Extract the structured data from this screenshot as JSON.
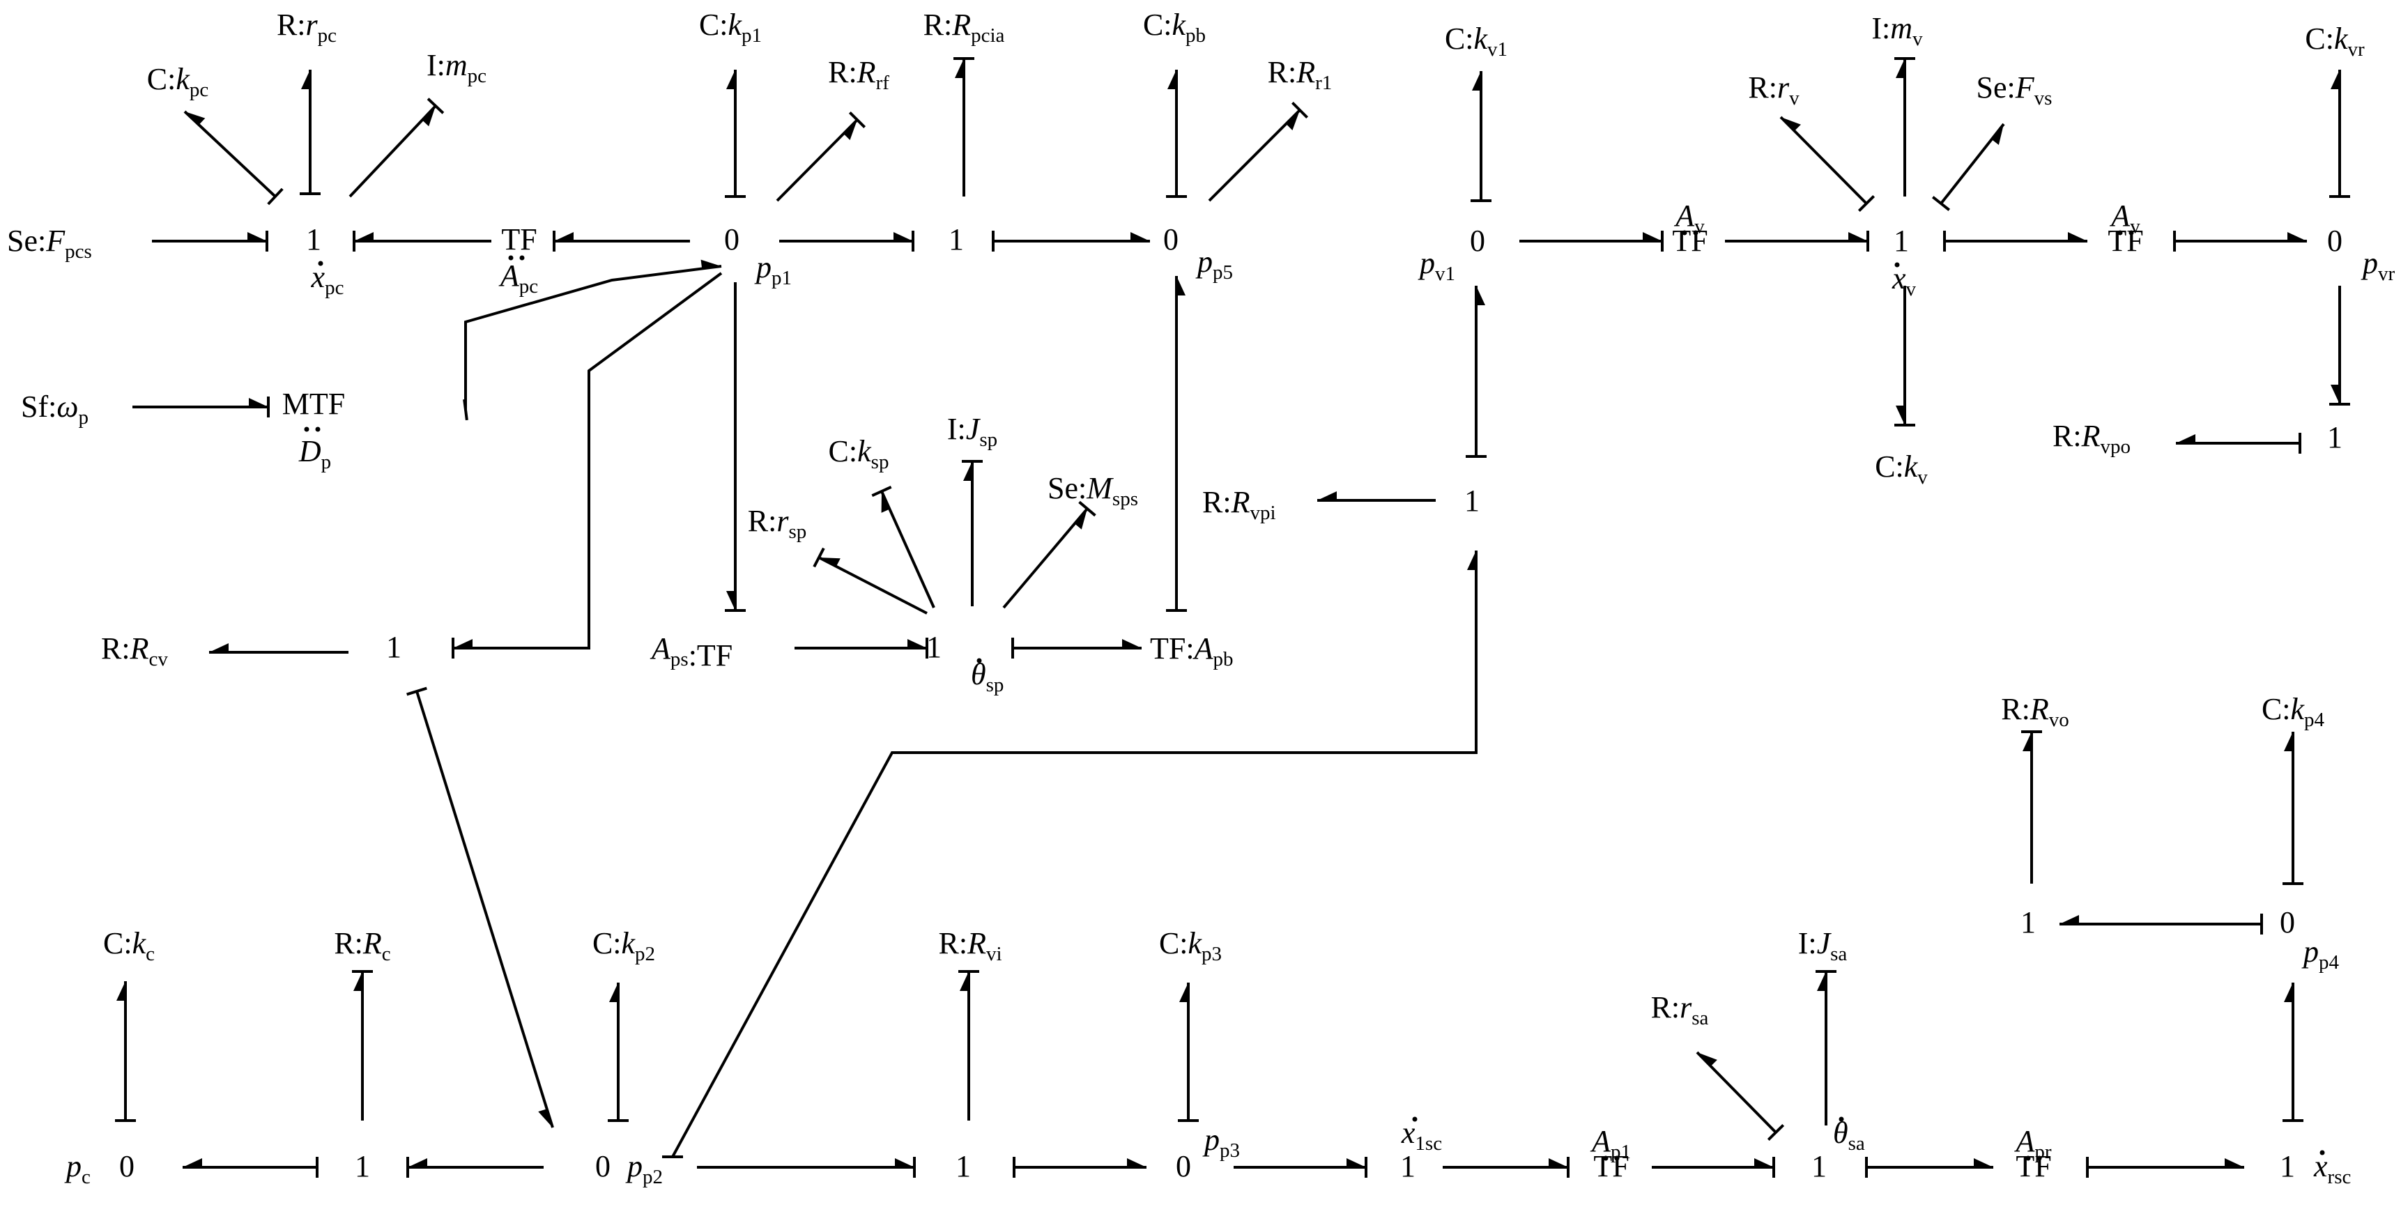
{
  "nodes": [
    {
      "id": "n1",
      "type": "1",
      "label_sub": "pc",
      "label_style": "xdot"
    },
    {
      "id": "tf_apc",
      "type": "TF",
      "label": "A",
      "label_sub": "pc",
      "label_style": "ddot"
    },
    {
      "id": "n0_pp1",
      "type": "0",
      "label": "p",
      "label_sub": "p1"
    },
    {
      "id": "n1_mid",
      "type": "1"
    },
    {
      "id": "n0_pp5",
      "type": "0",
      "label": "p",
      "label_sub": "p5"
    },
    {
      "id": "n0_pv1",
      "type": "0",
      "label": "p",
      "label_sub": "v1"
    },
    {
      "id": "tf_av1",
      "type": "TF",
      "label": "A",
      "label_sub": "v",
      "label_style": "ddot"
    },
    {
      "id": "n1_xv",
      "type": "1",
      "label_sub": "v",
      "label_style": "xdot"
    },
    {
      "id": "tf_av2",
      "type": "TF",
      "label": "A",
      "label_sub": "v",
      "label_style": "ddot"
    },
    {
      "id": "n0_pvr",
      "type": "0",
      "label": "p",
      "label_sub": "vr"
    },
    {
      "id": "n1_vr",
      "type": "1"
    },
    {
      "id": "mtf_dp",
      "type": "MTF",
      "label": "D",
      "label_sub": "p",
      "label_style": "ddot"
    },
    {
      "id": "n1_rvpi",
      "type": "1"
    },
    {
      "id": "n1_rcv",
      "type": "1"
    },
    {
      "id": "tf_aps",
      "type": "TF",
      "label": "A",
      "label_sub": "ps",
      "text": "TF"
    },
    {
      "id": "n1_thsp",
      "type": "1",
      "label_sub": "sp",
      "label_style": "thetadot"
    },
    {
      "id": "tf_apb",
      "type": "TF",
      "label": "A",
      "label_sub": "pb",
      "text": "TF"
    },
    {
      "id": "n0_pc",
      "type": "0",
      "label": "p",
      "label_sub": "c"
    },
    {
      "id": "n1_rc",
      "type": "1"
    },
    {
      "id": "n0_pp2",
      "type": "0",
      "label": "p",
      "label_sub": "p2"
    },
    {
      "id": "n1_rvi",
      "type": "1"
    },
    {
      "id": "n0_pp3",
      "type": "0",
      "label": "p",
      "label_sub": "p3"
    },
    {
      "id": "n1_x1sc",
      "type": "1",
      "label_sub": "1sc",
      "label_style": "xdot"
    },
    {
      "id": "tf_ap1",
      "type": "TF",
      "label": "A",
      "label_sub": "p1",
      "label_style": "ddot"
    },
    {
      "id": "n1_thsa",
      "type": "1",
      "label_sub": "sa",
      "label_style": "thetadot"
    },
    {
      "id": "tf_apr",
      "type": "TF",
      "label": "A",
      "label_sub": "pr",
      "label_style": "ddot"
    },
    {
      "id": "n1_xrsc",
      "type": "1",
      "label_sub": "rsc",
      "label_style": "xdot"
    },
    {
      "id": "n0_pp4",
      "type": "0",
      "label": "p",
      "label_sub": "p4"
    },
    {
      "id": "n1_rvo",
      "type": "1"
    }
  ],
  "elements": [
    {
      "id": "se_fpcs",
      "kind": "Se",
      "symbol": "F",
      "sub": "pcs"
    },
    {
      "id": "c_kpc",
      "kind": "C",
      "symbol": "k",
      "sub": "pc"
    },
    {
      "id": "r_rpc",
      "kind": "R",
      "symbol": "r",
      "sub": "pc"
    },
    {
      "id": "i_mpc",
      "kind": "I",
      "symbol": "m",
      "sub": "pc"
    },
    {
      "id": "c_kp1",
      "kind": "C",
      "symbol": "k",
      "sub": "p1"
    },
    {
      "id": "r_rrf",
      "kind": "R",
      "symbol": "R",
      "sub": "rf"
    },
    {
      "id": "r_rpcia",
      "kind": "R",
      "symbol": "R",
      "sub": "pcia"
    },
    {
      "id": "c_kpb",
      "kind": "C",
      "symbol": "k",
      "sub": "pb"
    },
    {
      "id": "r_rr1",
      "kind": "R",
      "symbol": "R",
      "sub": "r1"
    },
    {
      "id": "c_kv1",
      "kind": "C",
      "symbol": "k",
      "sub": "v1"
    },
    {
      "id": "r_rv",
      "kind": "R",
      "symbol": "r",
      "sub": "v"
    },
    {
      "id": "i_mv",
      "kind": "I",
      "symbol": "m",
      "sub": "v"
    },
    {
      "id": "se_fvs",
      "kind": "Se",
      "symbol": "F",
      "sub": "vs"
    },
    {
      "id": "c_kvr",
      "kind": "C",
      "symbol": "k",
      "sub": "vr"
    },
    {
      "id": "c_kv",
      "kind": "C",
      "symbol": "k",
      "sub": "v"
    },
    {
      "id": "r_rvpo",
      "kind": "R",
      "symbol": "R",
      "sub": "vpo"
    },
    {
      "id": "sf_wp",
      "kind": "Sf",
      "symbol": "ω",
      "sub": "p"
    },
    {
      "id": "r_rvpi",
      "kind": "R",
      "symbol": "R",
      "sub": "vpi"
    },
    {
      "id": "c_ksp",
      "kind": "C",
      "symbol": "k",
      "sub": "sp"
    },
    {
      "id": "i_jsp",
      "kind": "I",
      "symbol": "J",
      "sub": "sp"
    },
    {
      "id": "se_msps",
      "kind": "Se",
      "symbol": "M",
      "sub": "sps"
    },
    {
      "id": "r_rsp",
      "kind": "R",
      "symbol": "r",
      "sub": "sp"
    },
    {
      "id": "r_rcv",
      "kind": "R",
      "symbol": "R",
      "sub": "cv"
    },
    {
      "id": "r_rvo",
      "kind": "R",
      "symbol": "R",
      "sub": "vo"
    },
    {
      "id": "c_kp4",
      "kind": "C",
      "symbol": "k",
      "sub": "p4"
    },
    {
      "id": "c_kc",
      "kind": "C",
      "symbol": "k",
      "sub": "c"
    },
    {
      "id": "r_rc",
      "kind": "R",
      "symbol": "R",
      "sub": "c"
    },
    {
      "id": "c_kp2",
      "kind": "C",
      "symbol": "k",
      "sub": "p2"
    },
    {
      "id": "r_rvi",
      "kind": "R",
      "symbol": "R",
      "sub": "vi"
    },
    {
      "id": "c_kp3",
      "kind": "C",
      "symbol": "k",
      "sub": "p3"
    },
    {
      "id": "i_jsa",
      "kind": "I",
      "symbol": "J",
      "sub": "sa"
    },
    {
      "id": "r_rsa",
      "kind": "R",
      "symbol": "r",
      "sub": "sa"
    }
  ]
}
